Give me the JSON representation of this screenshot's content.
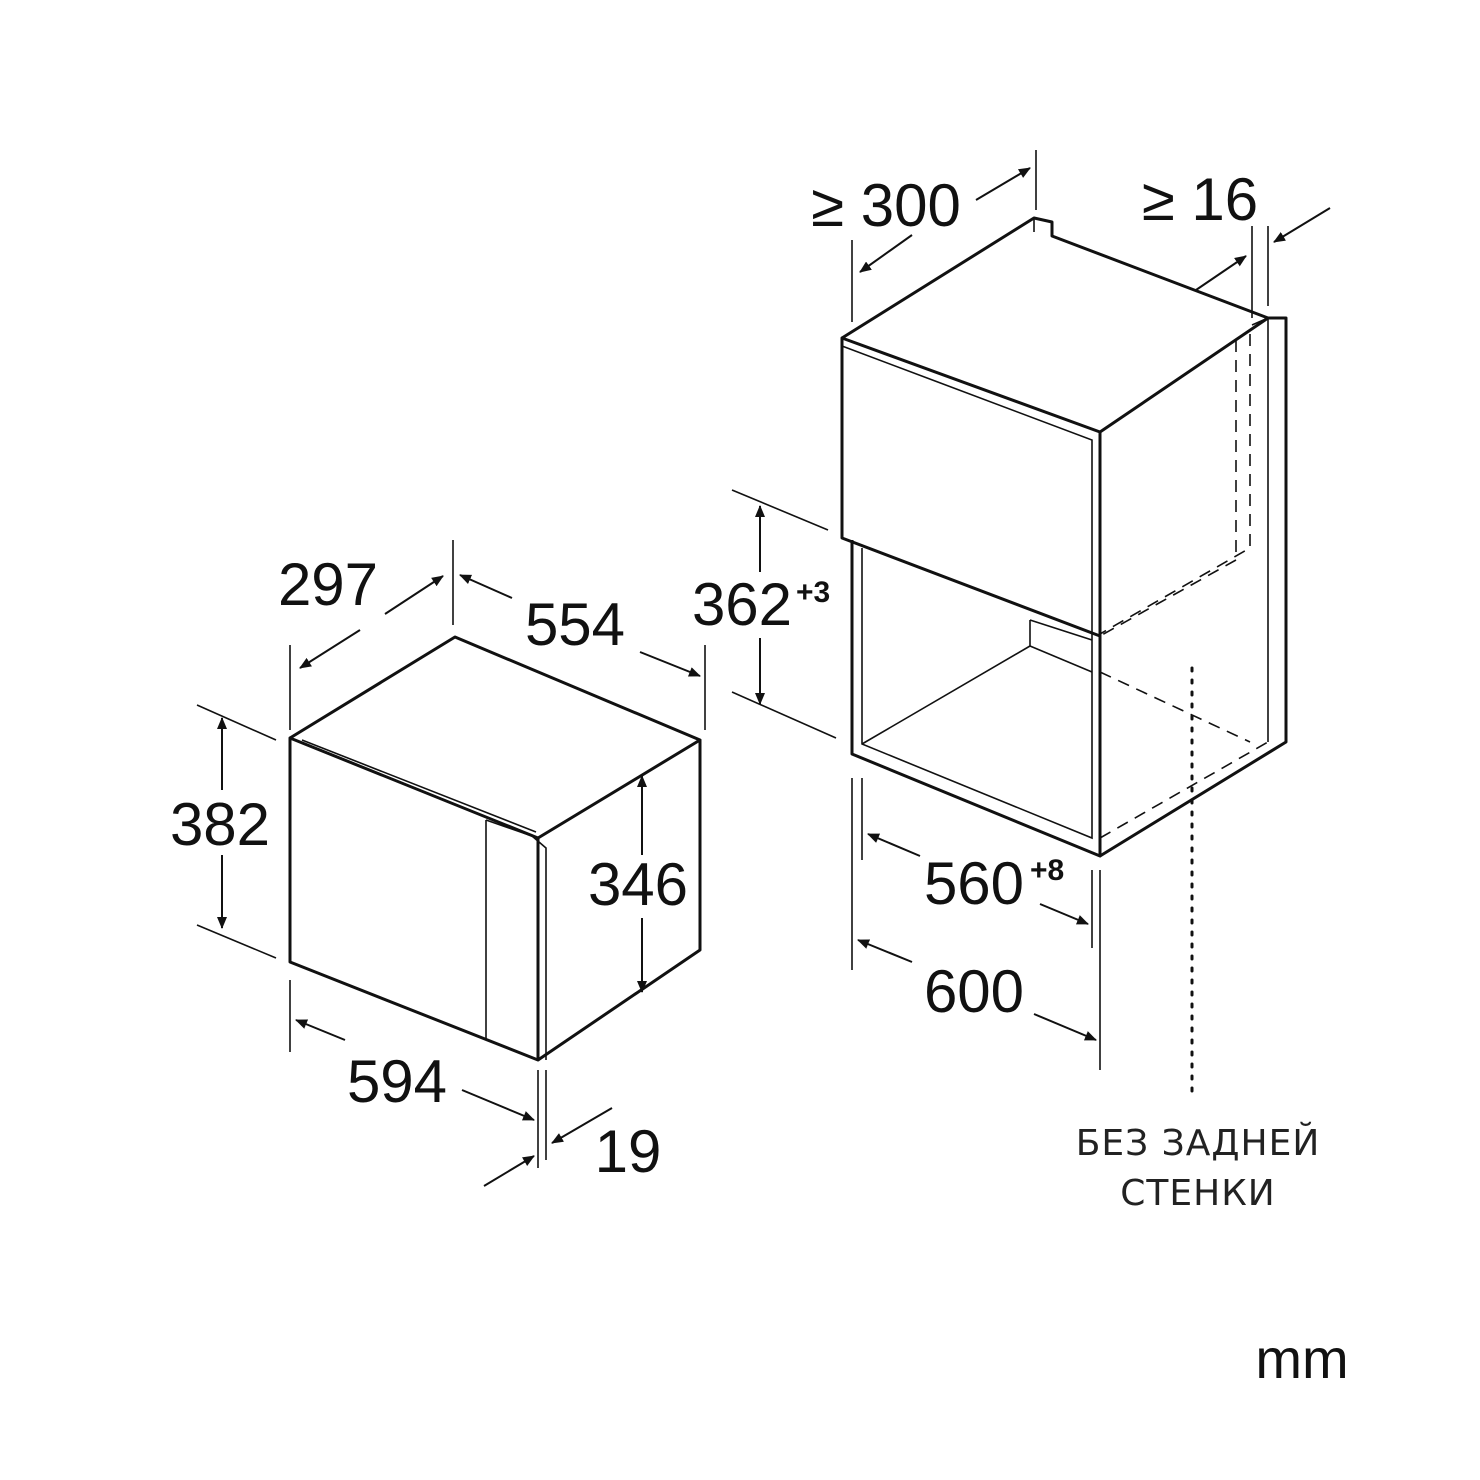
{
  "drawing": {
    "unit_label": "mm",
    "note": {
      "line1": "БЕЗ ЗАДНЕЙ",
      "line2": "СТЕНКИ"
    },
    "appliance": {
      "depth_total": "297",
      "depth_body": "554",
      "height_total": "382",
      "height_body": "346",
      "width_total": "594",
      "front_frame": "19"
    },
    "niche": {
      "depth_min": "≥ 300",
      "rear_gap_min": "≥ 16",
      "opening_height": "362",
      "opening_height_tol": "+3",
      "opening_width": "560",
      "opening_width_tol": "+8",
      "cabinet_width": "600"
    }
  }
}
